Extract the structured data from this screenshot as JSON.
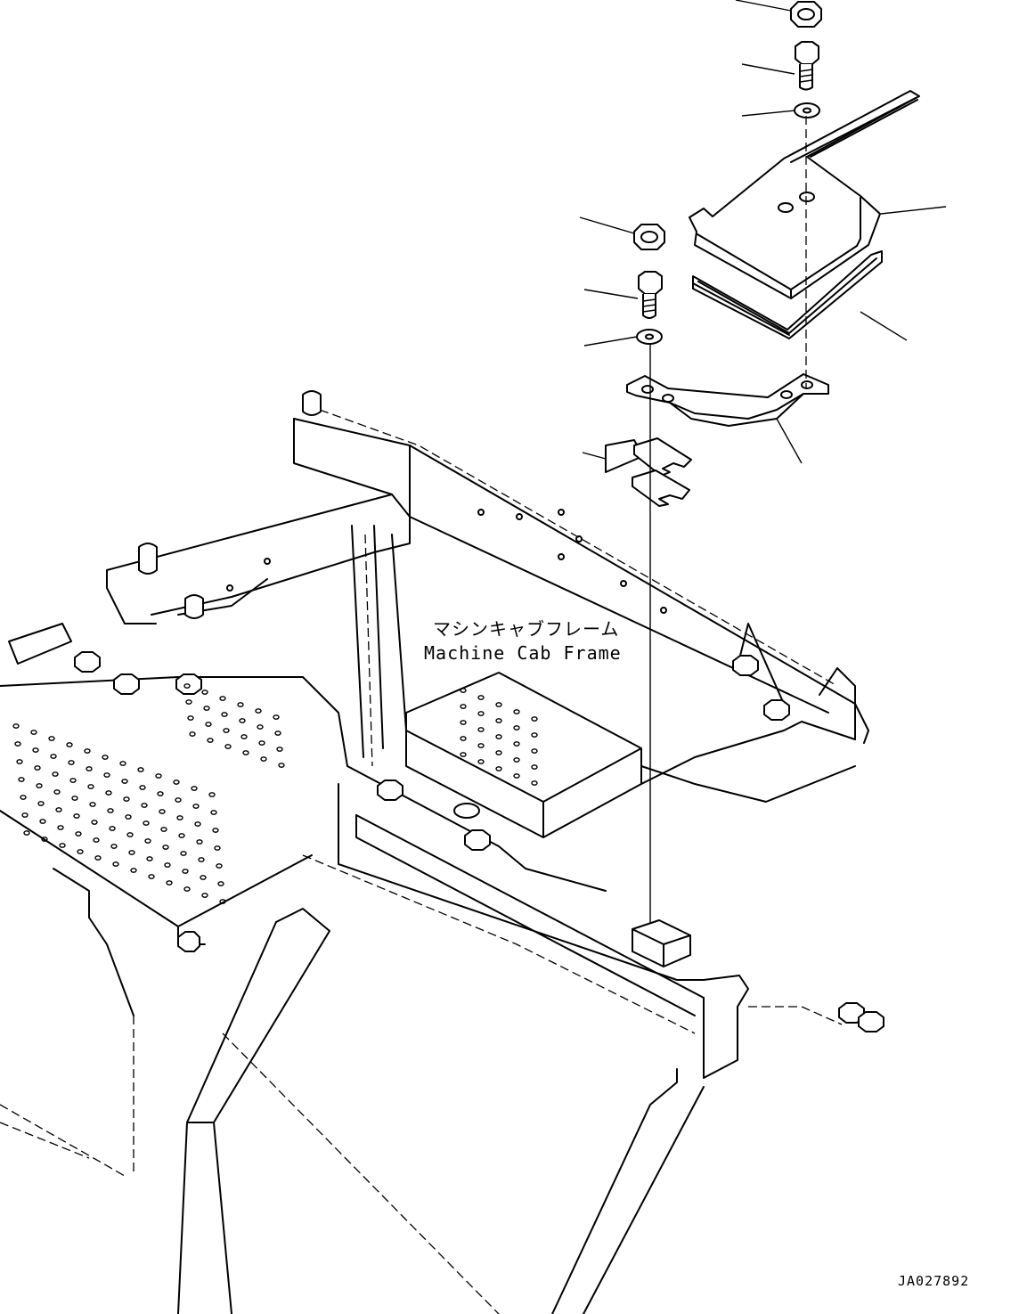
{
  "labels": {
    "frame_jp": "マシンキャブフレーム",
    "frame_en": "Machine Cab Frame",
    "figure_code": "JA027892"
  }
}
